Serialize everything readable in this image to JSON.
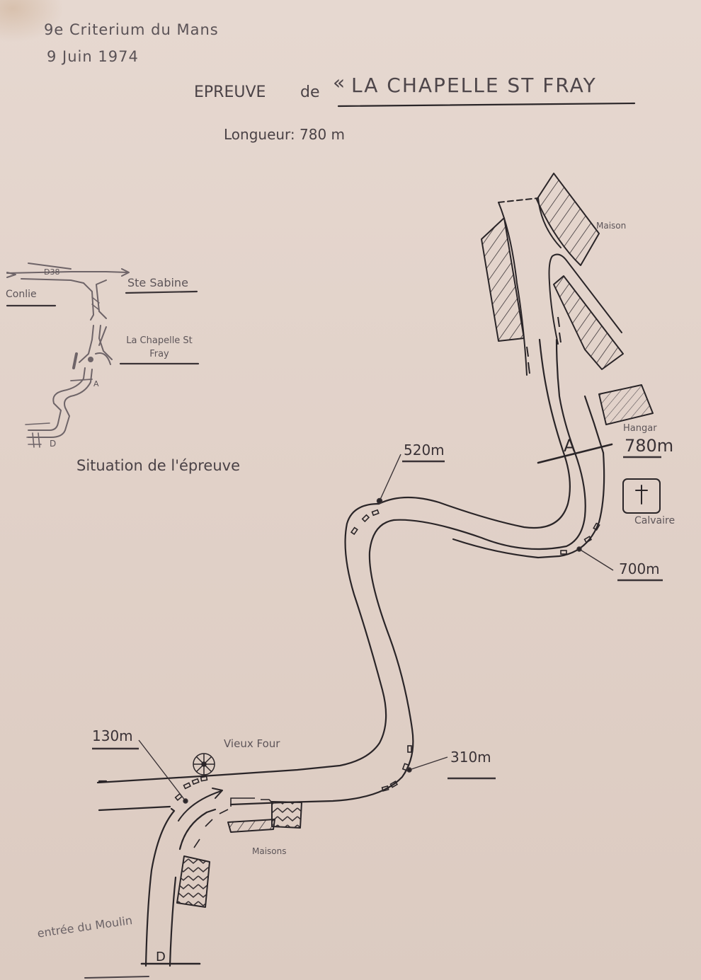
{
  "header": {
    "event": "9e Criterium du Mans",
    "date": "9 Juin 1974"
  },
  "title": {
    "prefix": "EPREUVE",
    "connector": "de",
    "quote": "«",
    "name": "LA CHAPELLE ST FRAY",
    "length_label": "Longueur: 780 m"
  },
  "situation_map": {
    "road_label": "D38",
    "west_label": "Conlie",
    "east_label": "Ste Sabine",
    "village_label": "La Chapelle St Fray",
    "finish_marker": "A",
    "start_marker": "D",
    "caption": "Situation de l'épreuve"
  },
  "course_map": {
    "start_marker": "D",
    "finish_marker": "A",
    "entry_note": "entrée du Moulin",
    "landmarks": {
      "oven": "Vieux Four",
      "houses_bottom": "Maisons",
      "house_top": "Maison",
      "hangar": "Hangar",
      "calvary": "Calvaire"
    },
    "distance_markers": [
      {
        "label": "130m",
        "value_m": 130
      },
      {
        "label": "310m",
        "value_m": 310
      },
      {
        "label": "520m",
        "value_m": 520
      },
      {
        "label": "700m",
        "value_m": 700
      },
      {
        "label": "780m",
        "value_m": 780
      }
    ]
  },
  "colors": {
    "paper": "#e2d2c9",
    "ink": "#2a2528",
    "pencil": "#6e6468"
  }
}
